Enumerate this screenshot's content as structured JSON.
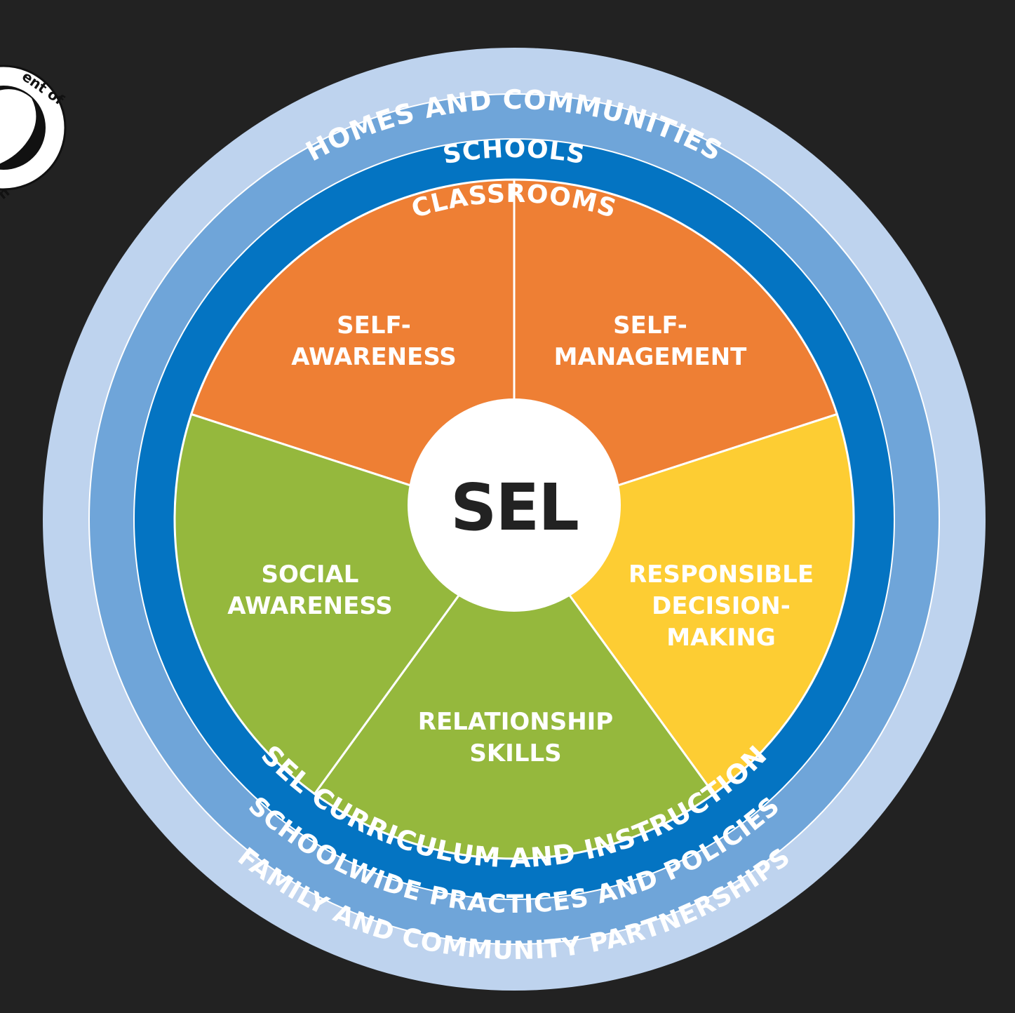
{
  "rings": {
    "outer_top": "HOMES AND COMMUNITIES",
    "outer_bottom": "FAMILY AND COMMUNITY PARTNERSHIPS",
    "middle_top": "SCHOOLS",
    "middle_bottom": "SCHOOLWIDE PRACTICES AND POLICIES",
    "inner_top": "CLASSROOMS",
    "inner_bottom": "SEL CURRICULUM AND INSTRUCTION"
  },
  "center": {
    "label": "SEL"
  },
  "competencies": [
    {
      "id": "self-awareness",
      "lines": [
        "SELF-",
        "AWARENESS"
      ],
      "color": "#EE7F34"
    },
    {
      "id": "self-management",
      "lines": [
        "SELF-",
        "MANAGEMENT"
      ],
      "color": "#EE7F34"
    },
    {
      "id": "responsible-decision-making",
      "lines": [
        "RESPONSIBLE",
        "DECISION-",
        "MAKING"
      ],
      "color": "#FDCD33"
    },
    {
      "id": "relationship-skills",
      "lines": [
        "RELATIONSHIP",
        "SKILLS"
      ],
      "color": "#95B83D"
    },
    {
      "id": "social-awareness",
      "lines": [
        "SOCIAL",
        "AWARENESS"
      ],
      "color": "#95B83D"
    }
  ],
  "colors": {
    "background": "#222222",
    "outer_ring": "#BED3EE",
    "middle_ring": "#6FA5D9",
    "inner_ring": "#0474C2",
    "orange": "#EE7F34",
    "yellow": "#FDCD33",
    "green": "#95B83D"
  },
  "seal": {
    "text_fragments": [
      "ent of",
      "n"
    ]
  }
}
